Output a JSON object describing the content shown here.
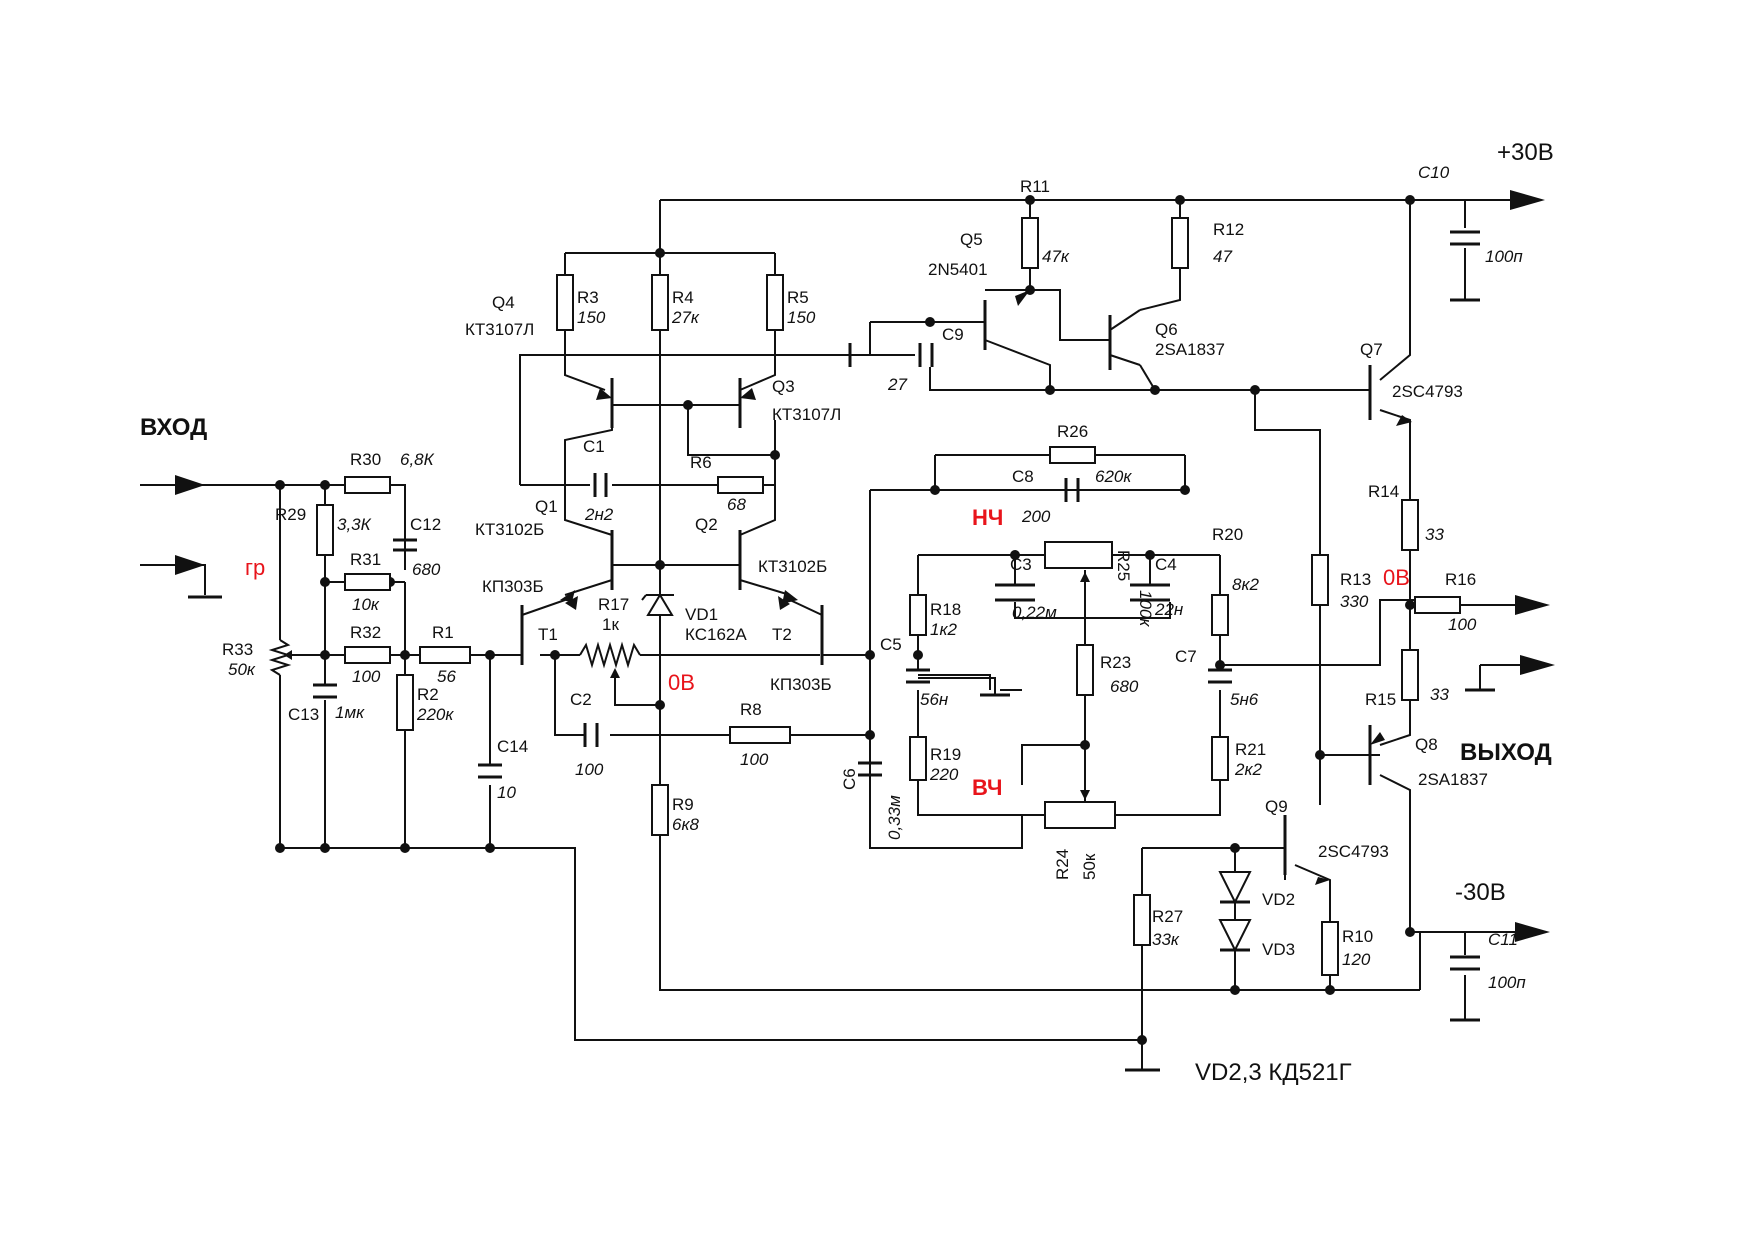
{
  "rails": {
    "pos": "+30В",
    "neg": "-30В"
  },
  "io": {
    "input": "ВХОД",
    "output": "ВЫХОД",
    "ground_red": "гр",
    "zero_v_top": "0В",
    "zero_v_mid": "0В"
  },
  "tone": {
    "bass": "НЧ",
    "treble": "ВЧ"
  },
  "diodes_note": "VD2,3 КД521Г",
  "components": {
    "R1": {
      "ref": "R1",
      "val": "56"
    },
    "R2": {
      "ref": "R2",
      "val": "220к"
    },
    "R3": {
      "ref": "R3",
      "val": "150"
    },
    "R4": {
      "ref": "R4",
      "val": "27к"
    },
    "R5": {
      "ref": "R5",
      "val": "150"
    },
    "R6": {
      "ref": "R6",
      "val": "68"
    },
    "R8": {
      "ref": "R8",
      "val": "100"
    },
    "R9": {
      "ref": "R9",
      "val": "6к8"
    },
    "R10": {
      "ref": "R10",
      "val": "120"
    },
    "R11": {
      "ref": "R11",
      "val": "47к"
    },
    "R12": {
      "ref": "R12",
      "val": "47"
    },
    "R13": {
      "ref": "R13",
      "val": "330"
    },
    "R14": {
      "ref": "R14",
      "val": "33"
    },
    "R15": {
      "ref": "R15",
      "val": "33"
    },
    "R16": {
      "ref": "R16",
      "val": "100"
    },
    "R17": {
      "ref": "R17",
      "val": "1к"
    },
    "R18": {
      "ref": "R18",
      "val": "1к2"
    },
    "R19": {
      "ref": "R19",
      "val": "220"
    },
    "R20": {
      "ref": "R20",
      "val": "8к2"
    },
    "R21": {
      "ref": "R21",
      "val": "2к2"
    },
    "R23": {
      "ref": "R23",
      "val": "680"
    },
    "R24": {
      "ref": "R24",
      "val": "50к"
    },
    "R25": {
      "ref": "R25",
      "val": "100к"
    },
    "R26": {
      "ref": "R26",
      "val": "620к"
    },
    "R27": {
      "ref": "R27",
      "val": "33к"
    },
    "R29": {
      "ref": "R29",
      "val": "3,3К"
    },
    "R30": {
      "ref": "R30",
      "val": "6,8К"
    },
    "R31": {
      "ref": "R31",
      "val": "10к"
    },
    "R32": {
      "ref": "R32",
      "val": "100"
    },
    "R33": {
      "ref": "R33",
      "val": "50к"
    },
    "C1": {
      "ref": "C1",
      "val": "2н2"
    },
    "C2": {
      "ref": "C2",
      "val": "100"
    },
    "C3": {
      "ref": "C3",
      "val": "0,22м"
    },
    "C4": {
      "ref": "C4",
      "val": "22н"
    },
    "C5": {
      "ref": "C5",
      "val": "56н"
    },
    "C6": {
      "ref": "C6",
      "val": "0,33м"
    },
    "C7": {
      "ref": "C7",
      "val": "5н6"
    },
    "C8": {
      "ref": "C8",
      "val": "200"
    },
    "C9": {
      "ref": "C9",
      "val": "27"
    },
    "C10": {
      "ref": "C10",
      "val": "100п"
    },
    "C11": {
      "ref": "C11",
      "val": "100п"
    },
    "C12": {
      "ref": "C12",
      "val": "680"
    },
    "C13": {
      "ref": "C13",
      "val": "1мк"
    },
    "C14": {
      "ref": "C14",
      "val": "10"
    },
    "Q1": {
      "ref": "Q1",
      "val": "КТ3102Б"
    },
    "Q2": {
      "ref": "Q2",
      "val": "КТ3102Б"
    },
    "Q3": {
      "ref": "Q3",
      "val": "КТ3107Л"
    },
    "Q4": {
      "ref": "Q4",
      "val": "КТ3107Л"
    },
    "Q5": {
      "ref": "Q5",
      "val": "2N5401"
    },
    "Q6": {
      "ref": "Q6",
      "val": "2SA1837"
    },
    "Q7": {
      "ref": "Q7",
      "val": "2SC4793"
    },
    "Q8": {
      "ref": "Q8",
      "val": "2SA1837"
    },
    "Q9": {
      "ref": "Q9",
      "val": "2SC4793"
    },
    "T1": {
      "ref": "T1",
      "val": "КП303Б"
    },
    "T2": {
      "ref": "T2",
      "val": "КП303Б"
    },
    "VD1": {
      "ref": "VD1",
      "val": "КС162А"
    },
    "VD2": {
      "ref": "VD2"
    },
    "VD3": {
      "ref": "VD3"
    }
  }
}
